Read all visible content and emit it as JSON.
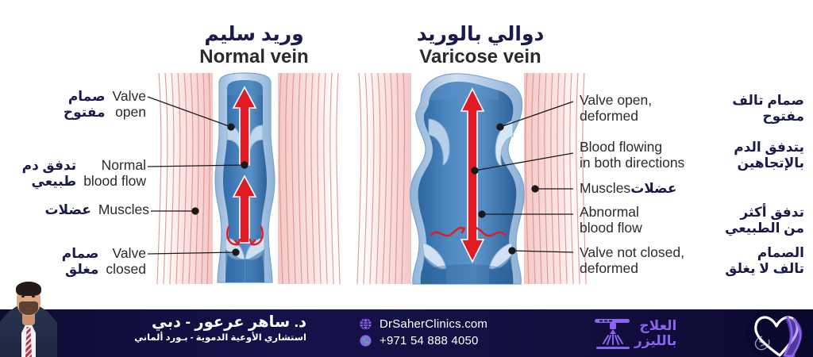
{
  "diagram": {
    "normal": {
      "title_ar": "وريد سليم",
      "title_en": "Normal vein",
      "labels": [
        {
          "id": "valve-open",
          "en_l1": "Valve",
          "en_l2": "open",
          "ar_l1": "صمام",
          "ar_l2": "مفتوح"
        },
        {
          "id": "normal-blood-flow",
          "en_l1": "Normal",
          "en_l2": "blood flow",
          "ar_l1": "تدفق دم",
          "ar_l2": "طبيعي"
        },
        {
          "id": "muscles",
          "en_l1": "Muscles",
          "en_l2": "",
          "ar_l1": "عضلات",
          "ar_l2": ""
        },
        {
          "id": "valve-closed",
          "en_l1": "Valve",
          "en_l2": "closed",
          "ar_l1": "صمام",
          "ar_l2": "مغلق"
        }
      ]
    },
    "varicose": {
      "title_ar": "دوالي بالوريد",
      "title_en": "Varicose vein",
      "labels": [
        {
          "id": "valve-open-deformed",
          "en_l1": "Valve open,",
          "en_l2": "deformed",
          "ar_l1": "صمام تالف",
          "ar_l2": "مفتوح"
        },
        {
          "id": "blood-both-directions",
          "en_l1": "Blood flowing",
          "en_l2": "in both directions",
          "ar_l1": "يتدفق الدم",
          "ar_l2": "بالإتجاهين"
        },
        {
          "id": "muscles",
          "en_l1": "Muscles",
          "en_l2": "",
          "ar_l1": "عضلات",
          "ar_l2": ""
        },
        {
          "id": "abnormal-blood-flow",
          "en_l1": "Abnormal",
          "en_l2": "blood flow",
          "ar_l1": "تدفق أكثر",
          "ar_l2": "من الطبيعي"
        },
        {
          "id": "valve-not-closed",
          "en_l1": "Valve not closed,",
          "en_l2": "deformed",
          "ar_l1": "الصمام",
          "ar_l2": "تالف لا يغلق"
        }
      ]
    }
  },
  "footer": {
    "doctor_name": "د. ساهر عرعور - دبي",
    "doctor_subtitle": "استشاري الأوعية الدموية - بـورد ألماني",
    "website": "DrSaherClinics.com",
    "phone": "+971 54 888 4050",
    "website_icon": "globe-icon",
    "phone_icon": "phone-icon",
    "laser_l1": "العلاج",
    "laser_l2": "بالليزر",
    "laser_icon": "laser-device-icon",
    "logo_icon": "heart-legs-logo-icon"
  },
  "colors": {
    "navy": "#1b1b4b",
    "footer_bg": "#100d3d",
    "vein_blue": "#3e77b0",
    "vein_wall": "#a8c4e2",
    "arrow_red": "#e01b24",
    "muscle_pink": "#f0a0a0",
    "purple_accent": "#8a63ef"
  }
}
